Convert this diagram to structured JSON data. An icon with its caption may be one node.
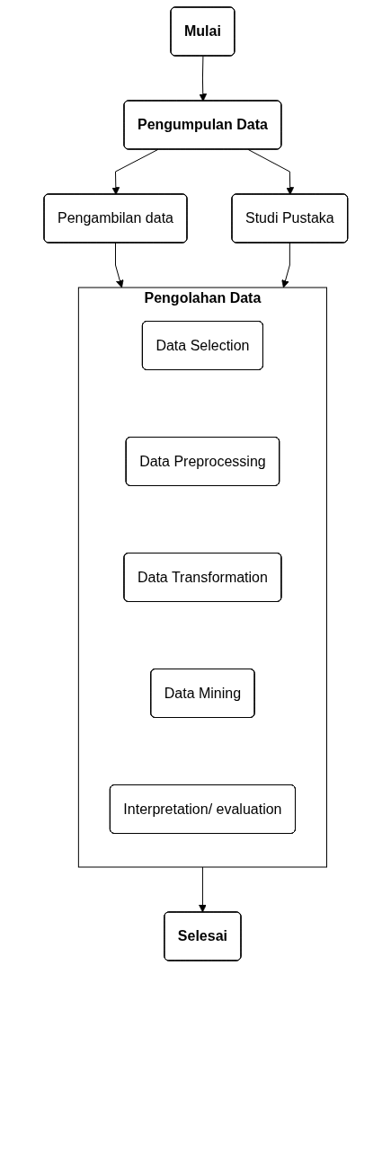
{
  "diagram": {
    "nodes": [
      {
        "text": [
          "Mulai"
        ]
      },
      {
        "text": [
          "Pengumpulan Data"
        ]
      },
      {
        "text": [
          "Pengambilan data"
        ]
      },
      {
        "text": [
          "Studi Pustaka"
        ]
      },
      {
        "text": [
          "Pengolahan Data"
        ]
      },
      {
        "text": [
          "Data Selection"
        ],
        "in": 4
      },
      {
        "text": [
          "Data Preprocessing"
        ],
        "in": 4
      },
      {
        "text": [
          "Data Transformation"
        ],
        "in": 4
      },
      {
        "text": [
          "Data Mining"
        ],
        "in": 4
      },
      {
        "text": [
          "Interpretation/ evaluation"
        ],
        "in": 4
      },
      {
        "text": [
          "Selesai"
        ]
      }
    ],
    "edges": [
      {
        "from": 0,
        "to": 1,
        "arrow": "to"
      },
      {
        "from": 1,
        "to": 2,
        "arrow": "to"
      },
      {
        "from": 1,
        "to": 3,
        "arrow": "to"
      },
      {
        "from": 2,
        "to": 4,
        "arrow": "to"
      },
      {
        "from": 3,
        "to": 4,
        "arrow": "to"
      },
      {
        "from": 4,
        "to": 10,
        "arrow": "to"
      }
    ]
  }
}
